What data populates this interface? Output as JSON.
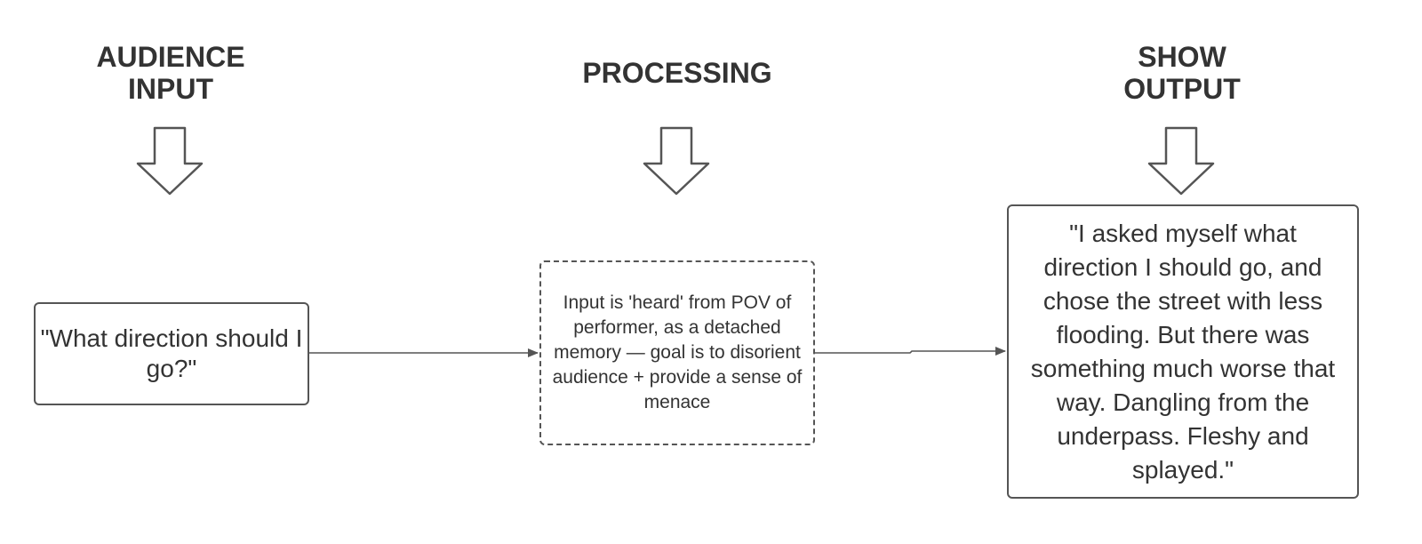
{
  "columns": [
    {
      "heading_lines": [
        "AUDIENCE",
        "INPUT"
      ],
      "box_text": "\"What direction should I go?\""
    },
    {
      "heading_lines": [
        "PROCESSING"
      ],
      "box_text": "Input is 'heard' from POV of performer, as a detached memory — goal is to disorient audience + provide a sense of menace"
    },
    {
      "heading_lines": [
        "SHOW",
        "OUTPUT"
      ],
      "box_text": "\"I asked myself what direction I should go, and chose the street with less flooding. But there was something much worse that way. Dangling from the underpass. Fleshy and splayed.\""
    }
  ],
  "colors": {
    "stroke": "#555555",
    "text": "#333333"
  }
}
